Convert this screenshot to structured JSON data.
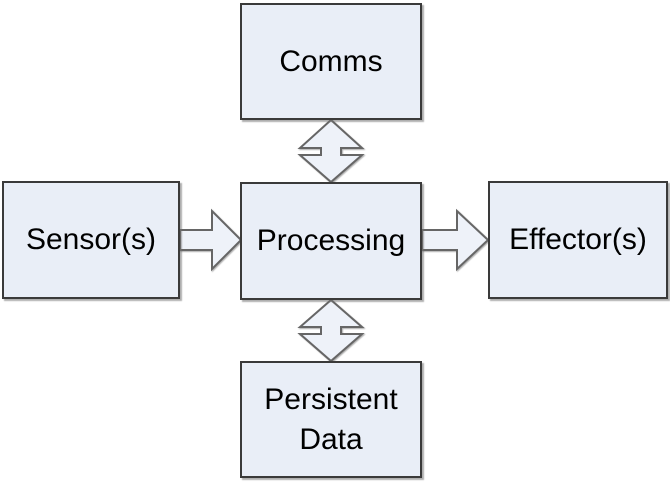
{
  "diagram": {
    "type": "block-diagram",
    "nodes": {
      "comms": {
        "label": "Comms"
      },
      "sensors": {
        "label": "Sensor(s)"
      },
      "processing": {
        "label": "Processing"
      },
      "effectors": {
        "label": "Effector(s)"
      },
      "persistent_data": {
        "label": "Persistent Data"
      }
    },
    "connections": [
      {
        "from": "Sensor(s)",
        "to": "Processing",
        "direction": "one-way"
      },
      {
        "from": "Processing",
        "to": "Effector(s)",
        "direction": "one-way"
      },
      {
        "from": "Comms",
        "to": "Processing",
        "direction": "two-way"
      },
      {
        "from": "Processing",
        "to": "Persistent Data",
        "direction": "two-way"
      }
    ],
    "colors": {
      "background": "#ffffff",
      "node_fill": "#e9eef7",
      "node_border": "#3a3a3a",
      "arrow_fill": "#eef2f9",
      "arrow_stroke": "#666666",
      "text": "#000000"
    }
  }
}
